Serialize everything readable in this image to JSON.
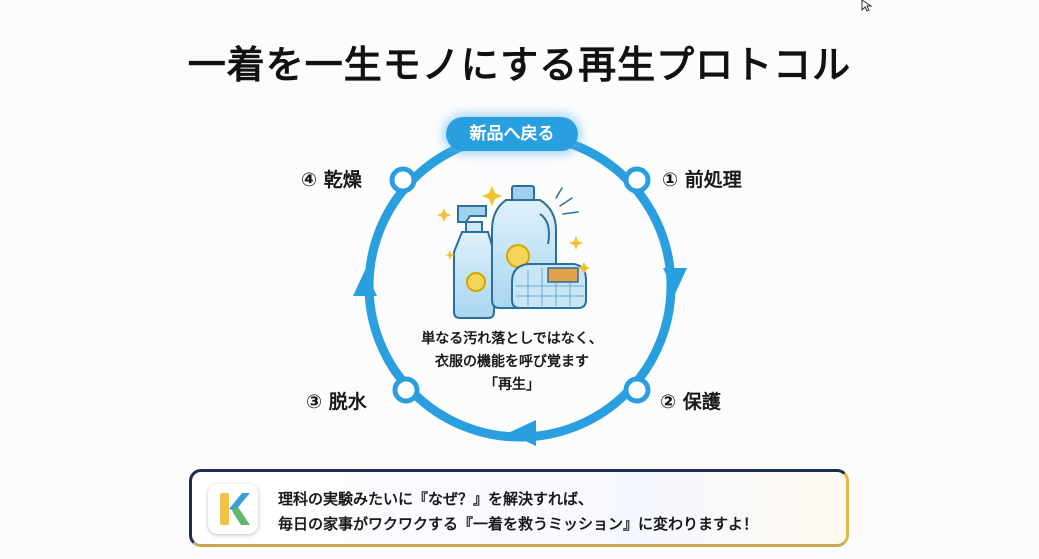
{
  "title": "一着を一生モノにする再生プロトコル",
  "cycle": {
    "top_label": "新品へ戻る",
    "steps": [
      {
        "label": "① 前処理"
      },
      {
        "label": "② 保護"
      },
      {
        "label": "③ 脱水"
      },
      {
        "label": "④ 乾燥"
      }
    ],
    "center_lines": [
      "単なる汚れ落としではなく、",
      "衣服の機能を呼び覚ます",
      "「再生」"
    ],
    "illustration_icons": [
      "spray-bottle-icon",
      "detergent-bottle-icon",
      "folded-towel-icon",
      "sparkle-icon"
    ]
  },
  "banner": {
    "lines": [
      "理科の実験みたいに『なぜ？』を解決すれば、",
      "毎日の家事がワクワクする『一着を救うミッション』に変わりますよ！"
    ],
    "logo_icon": "k-logo-icon"
  },
  "colors": {
    "cycle_blue": "#2a9fe0",
    "banner_border_dark": "#1f2d52",
    "banner_border_gold": "#e3b84a",
    "accent_yellow": "#f2c230"
  }
}
